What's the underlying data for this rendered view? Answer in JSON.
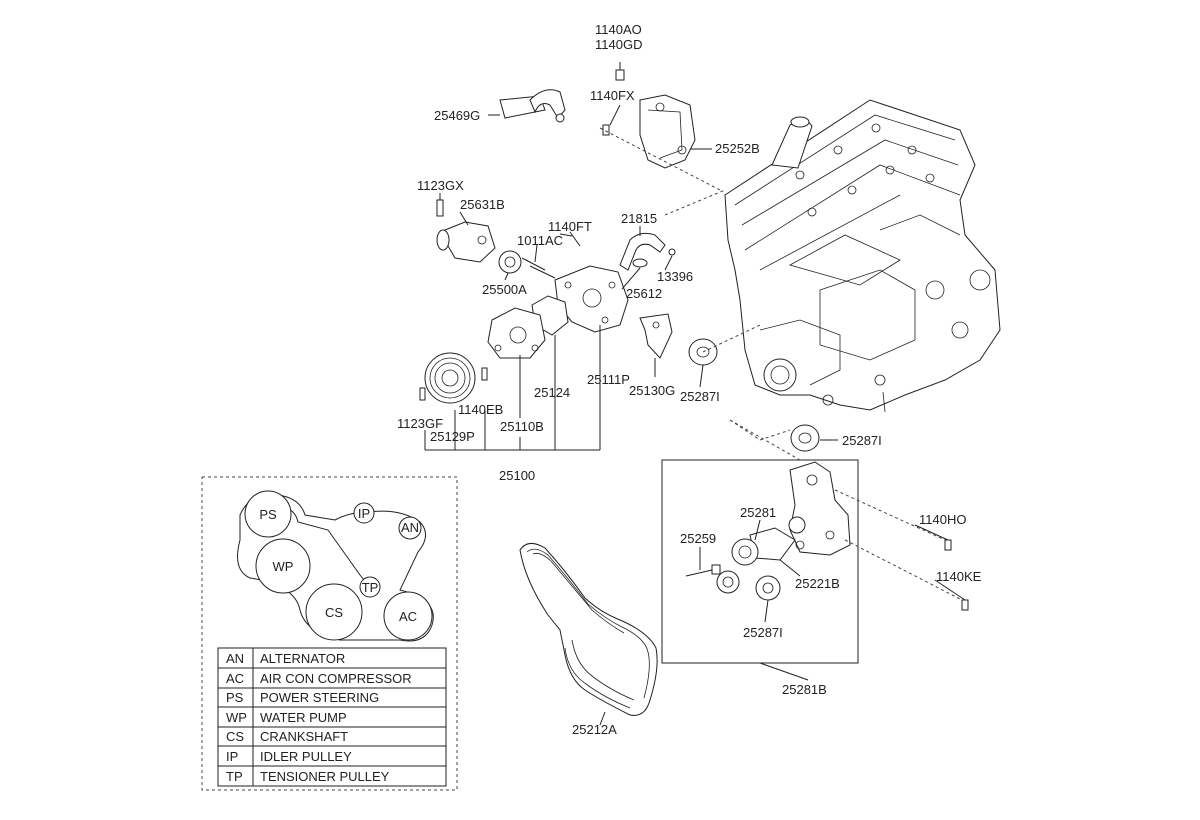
{
  "callouts": {
    "c1140AO": "1140AO",
    "c1140GD": "1140GD",
    "c25469G": "25469G",
    "c1140FX": "1140FX",
    "c25252B": "25252B",
    "c1123GX": "1123GX",
    "c25631B": "25631B",
    "c1140FT": "1140FT",
    "c21815": "21815",
    "c1011AC": "1011AC",
    "c13396": "13396",
    "c25500A": "25500A",
    "c25612": "25612",
    "c25124": "25124",
    "c25111P": "25111P",
    "c25130G": "25130G",
    "c25287I_a": "25287I",
    "c25287I_b": "25287I",
    "c25287I_c": "25287I",
    "c1123GF": "1123GF",
    "c1140EB": "1140EB",
    "c25129P": "25129P",
    "c25110B": "25110B",
    "c25100": "25100",
    "c25281": "25281",
    "c25259": "25259",
    "c25221B": "25221B",
    "c1140HO": "1140HO",
    "c1140KE": "1140KE",
    "c25281B": "25281B",
    "c25212A": "25212A"
  },
  "routing": {
    "pulleys": {
      "ps": "PS",
      "wp": "WP",
      "cs": "CS",
      "ac": "AC",
      "an": "AN",
      "ip": "IP",
      "tp": "TP"
    },
    "legend": [
      {
        "code": "AN",
        "name": "ALTERNATOR"
      },
      {
        "code": "AC",
        "name": "AIR CON COMPRESSOR"
      },
      {
        "code": "PS",
        "name": "POWER STEERING"
      },
      {
        "code": "WP",
        "name": "WATER PUMP"
      },
      {
        "code": "CS",
        "name": "CRANKSHAFT"
      },
      {
        "code": "IP",
        "name": "IDLER PULLEY"
      },
      {
        "code": "TP",
        "name": "TENSIONER PULLEY"
      }
    ]
  }
}
